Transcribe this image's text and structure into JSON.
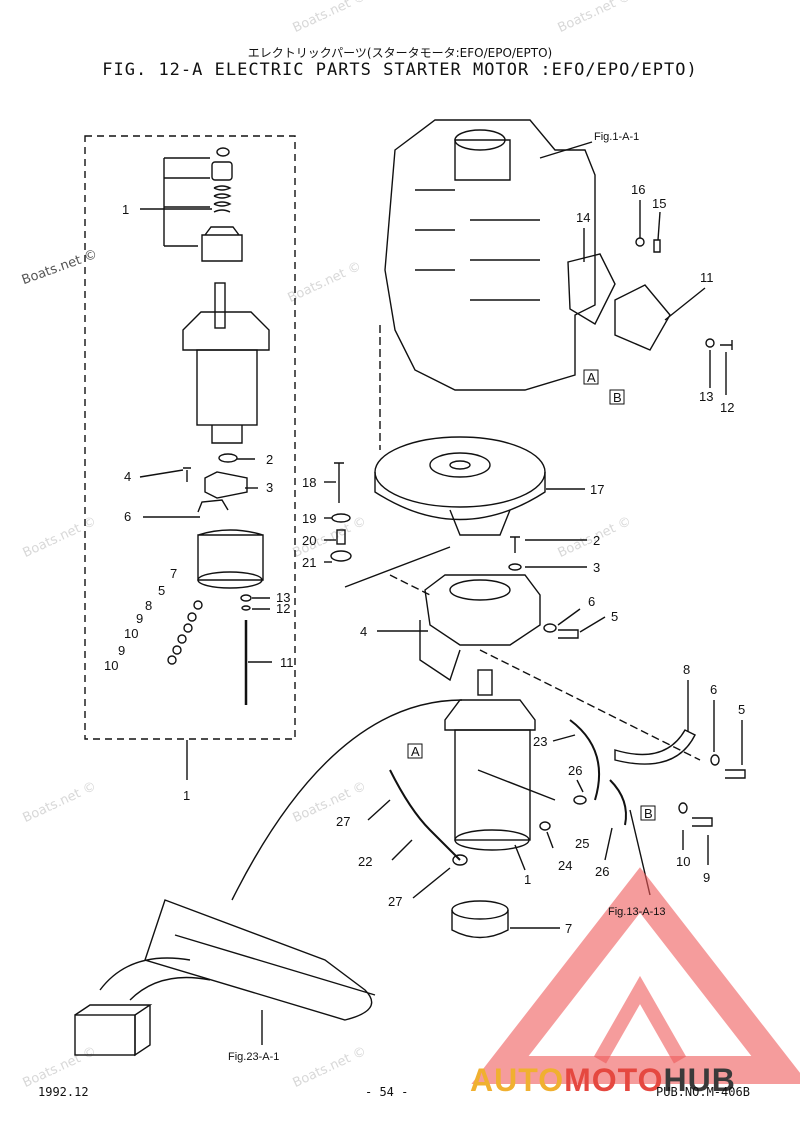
{
  "header": {
    "title_jp": "エレクトリックパーツ(スタータモータ:EFO/EPO/EPTO)",
    "title": "FIG. 12-A ELECTRIC PARTS STARTER MOTOR :EFO/EPO/EPTO)"
  },
  "footer": {
    "date": "1992.12",
    "page": "- 54 -",
    "pub": "PUB.NO.M-406B"
  },
  "watermark": {
    "text": "Boats.net ©"
  },
  "brand": {
    "part1": "AUTO",
    "part2": "MOTO",
    "part3": "HUB"
  },
  "refs": {
    "fig_1a1": "Fig.1-A-1",
    "fig_13a13": "Fig.13-A-13",
    "fig_23a1": "Fig.23-A-1",
    "ref_a": "A",
    "ref_b": "B"
  },
  "callouts_left": {
    "c1": "1",
    "c2": "2",
    "c3": "3",
    "c4": "4",
    "c5": "5",
    "c6": "6",
    "c7": "7",
    "c8": "8",
    "c9": "9",
    "c10": "10",
    "c9b": "9",
    "c10b": "10",
    "c11": "11",
    "c12": "12",
    "c13": "13",
    "c1_bottom": "1"
  },
  "callouts_right": {
    "c11": "11",
    "c12": "12",
    "c13": "13",
    "c14": "14",
    "c15": "15",
    "c16": "16",
    "c17": "17",
    "c18": "18",
    "c19": "19",
    "c20": "20",
    "c21": "21",
    "c2": "2",
    "c3": "3",
    "c4": "4",
    "c5": "5",
    "c6": "6"
  },
  "callouts_bottom": {
    "c8": "8",
    "c6": "6",
    "c5": "5",
    "c23": "23",
    "c26": "26",
    "c27": "27",
    "c22": "22",
    "c27b": "27",
    "c25": "25",
    "c24": "24",
    "c1": "1",
    "c26b": "26",
    "c10": "10",
    "c9": "9",
    "c7": "7"
  }
}
